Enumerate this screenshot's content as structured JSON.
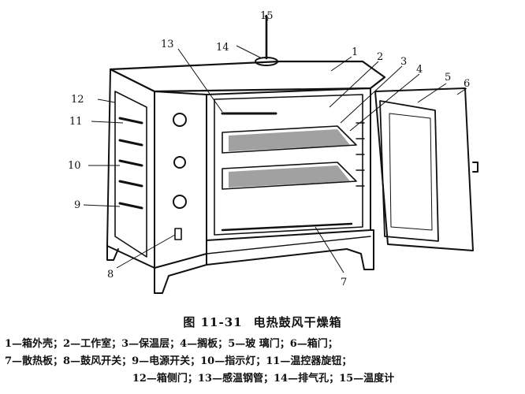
{
  "figure": {
    "number": "图 11-31",
    "title": "电热鼓风干燥箱"
  },
  "callouts": [
    "1",
    "2",
    "3",
    "4",
    "5",
    "6",
    "7",
    "8",
    "9",
    "10",
    "11",
    "12",
    "13",
    "14",
    "15"
  ],
  "legend": [
    [
      "1—箱外壳；",
      "2—工作室；",
      "3—保温层；",
      "4—搁板；",
      "5—玻 璃门；",
      "6—箱门；"
    ],
    [
      "7—散热板；",
      "8—鼓风开关；",
      "9—电源开关；",
      "10—指示灯；",
      "11—温控器旋钮；"
    ],
    [
      "12—箱侧门；",
      "13—感温钢管；",
      "14—排气孔；",
      "15—温度计"
    ]
  ]
}
